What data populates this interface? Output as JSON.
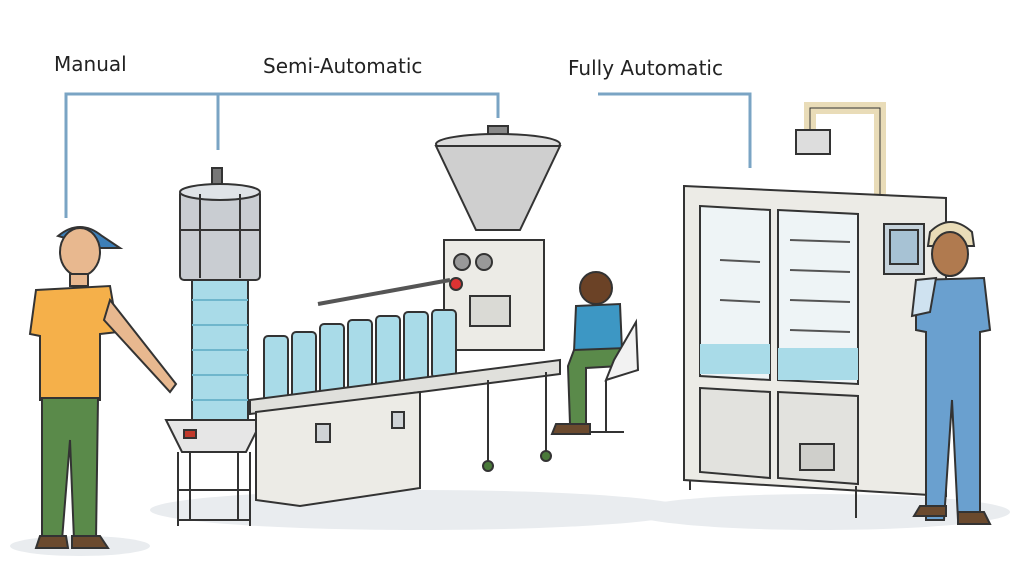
{
  "labels": {
    "manual": "Manual",
    "semi_automatic": "Semi-Automatic",
    "fully_automatic": "Fully Automatic"
  },
  "colors": {
    "bracket": "#7aa4c4",
    "water": "#a9dbe8",
    "machine": "#ecebe6",
    "outline": "#333333"
  }
}
